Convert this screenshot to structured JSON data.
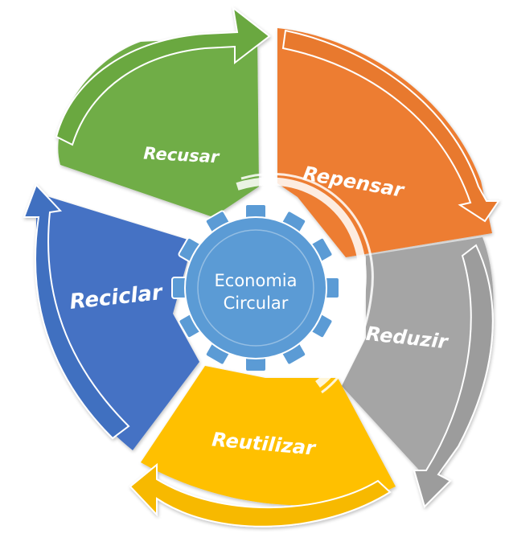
{
  "center": {
    "line1": "Economia",
    "line2": "Circular",
    "color": "#5b9bd5"
  },
  "segments": [
    {
      "id": "recusar",
      "label": "Recusar",
      "color": "#70ad47",
      "arrow_color": "#6aa840"
    },
    {
      "id": "repensar",
      "label": "Repensar",
      "color": "#ed7d31",
      "arrow_color": "#e8792f"
    },
    {
      "id": "reduzir",
      "label": "Reduzir",
      "color": "#a5a5a5",
      "arrow_color": "#9c9c9c"
    },
    {
      "id": "reutilizar",
      "label": "Reutilizar",
      "color": "#ffc000",
      "arrow_color": "#f7b900"
    },
    {
      "id": "reciclar",
      "label": "Reciclar",
      "color": "#4472c4",
      "arrow_color": "#4170c0"
    }
  ]
}
